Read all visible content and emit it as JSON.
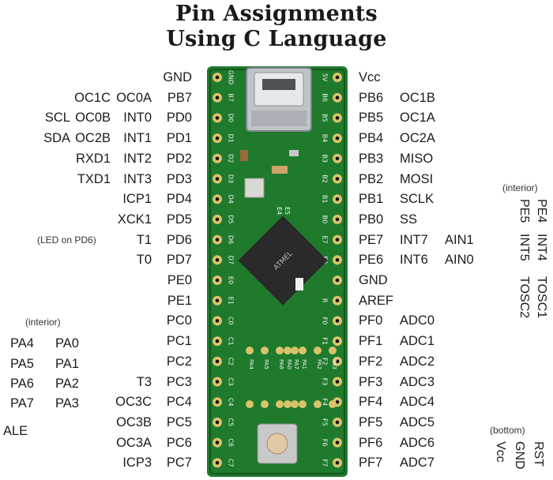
{
  "title": {
    "line1": "Pin Assignments",
    "line2": "Using C Language"
  },
  "left_pins": [
    {
      "pin": "GND",
      "f1": "",
      "f2": "",
      "f3": ""
    },
    {
      "pin": "PB7",
      "f1": "OC0A",
      "f2": "OC1C",
      "f3": ""
    },
    {
      "pin": "PD0",
      "f1": "INT0",
      "f2": "OC0B",
      "f3": "SCL"
    },
    {
      "pin": "PD1",
      "f1": "INT1",
      "f2": "OC2B",
      "f3": "SDA"
    },
    {
      "pin": "PD2",
      "f1": "INT2",
      "f2": "RXD1",
      "f3": ""
    },
    {
      "pin": "PD3",
      "f1": "INT3",
      "f2": "TXD1",
      "f3": ""
    },
    {
      "pin": "PD4",
      "f1": "ICP1",
      "f2": "",
      "f3": ""
    },
    {
      "pin": "PD5",
      "f1": "XCK1",
      "f2": "",
      "f3": ""
    },
    {
      "pin": "PD6",
      "f1": "T1",
      "f2": "",
      "f3": ""
    },
    {
      "pin": "PD7",
      "f1": "T0",
      "f2": "",
      "f3": ""
    },
    {
      "pin": "PE0",
      "f1": "",
      "f2": "",
      "f3": ""
    },
    {
      "pin": "PE1",
      "f1": "",
      "f2": "",
      "f3": ""
    },
    {
      "pin": "PC0",
      "f1": "",
      "f2": "",
      "f3": ""
    },
    {
      "pin": "PC1",
      "f1": "",
      "f2": "",
      "f3": ""
    },
    {
      "pin": "PC2",
      "f1": "",
      "f2": "",
      "f3": ""
    },
    {
      "pin": "PC3",
      "f1": "T3",
      "f2": "",
      "f3": ""
    },
    {
      "pin": "PC4",
      "f1": "OC3C",
      "f2": "",
      "f3": ""
    },
    {
      "pin": "PC5",
      "f1": "OC3B",
      "f2": "",
      "f3": ""
    },
    {
      "pin": "PC6",
      "f1": "OC3A",
      "f2": "",
      "f3": ""
    },
    {
      "pin": "PC7",
      "f1": "ICP3",
      "f2": "",
      "f3": ""
    }
  ],
  "right_pins": [
    {
      "pin": "Vcc",
      "f1": "",
      "f2": ""
    },
    {
      "pin": "PB6",
      "f1": "OC1B",
      "f2": ""
    },
    {
      "pin": "PB5",
      "f1": "OC1A",
      "f2": ""
    },
    {
      "pin": "PB4",
      "f1": "OC2A",
      "f2": ""
    },
    {
      "pin": "PB3",
      "f1": "MISO",
      "f2": ""
    },
    {
      "pin": "PB2",
      "f1": "MOSI",
      "f2": ""
    },
    {
      "pin": "PB1",
      "f1": "SCLK",
      "f2": ""
    },
    {
      "pin": "PB0",
      "f1": "SS",
      "f2": ""
    },
    {
      "pin": "PE7",
      "f1": "INT7",
      "f2": "AIN1"
    },
    {
      "pin": "PE6",
      "f1": "INT6",
      "f2": "AIN0"
    },
    {
      "pin": "GND",
      "f1": "",
      "f2": ""
    },
    {
      "pin": "AREF",
      "f1": "",
      "f2": ""
    },
    {
      "pin": "PF0",
      "f1": "ADC0",
      "f2": ""
    },
    {
      "pin": "PF1",
      "f1": "ADC1",
      "f2": ""
    },
    {
      "pin": "PF2",
      "f1": "ADC2",
      "f2": ""
    },
    {
      "pin": "PF3",
      "f1": "ADC3",
      "f2": ""
    },
    {
      "pin": "PF4",
      "f1": "ADC4",
      "f2": ""
    },
    {
      "pin": "PF5",
      "f1": "ADC5",
      "f2": ""
    },
    {
      "pin": "PF6",
      "f1": "ADC6",
      "f2": ""
    },
    {
      "pin": "PF7",
      "f1": "ADC7",
      "f2": ""
    }
  ],
  "led_note": "(LED on PD6)",
  "interior_left": {
    "label": "(interior)",
    "rows": [
      [
        "PA4",
        "PA0"
      ],
      [
        "PA5",
        "PA1"
      ],
      [
        "PA6",
        "PA2"
      ],
      [
        "PA7",
        "PA3"
      ]
    ],
    "ale": "ALE"
  },
  "interior_right": {
    "label": "(interior)",
    "col1": [
      "PE4",
      "INT4",
      "TOSC1"
    ],
    "col2": [
      "PE5",
      "INT5",
      "TOSC2"
    ]
  },
  "bottom": {
    "label": "(bottom)",
    "pins": [
      "RST",
      "GND",
      "Vcc"
    ]
  },
  "board": {
    "left_silk": [
      "GND",
      "B7",
      "D0",
      "D1",
      "D2",
      "D3",
      "D4",
      "D5",
      "D6",
      "D7",
      "E0",
      "E1",
      "C0",
      "C1",
      "C2",
      "C3",
      "C4",
      "C5",
      "C6",
      "C7"
    ],
    "right_silk": [
      "5V",
      "B6",
      "B5",
      "B4",
      "B3",
      "B2",
      "B1",
      "B0",
      "E7",
      "E6",
      "",
      "R",
      "F0",
      "F1",
      "F2",
      "F3",
      "F4",
      "F5",
      "F6",
      "F7"
    ],
    "interior_silk": [
      "PA4",
      "PA5",
      "PA6",
      "PA7",
      "PA0",
      "PA1",
      "PA2",
      "PA3"
    ],
    "e_silk": [
      "E4",
      "E5"
    ],
    "chip_text": "ATMEL",
    "colors": {
      "pcb": "#1f7a2c",
      "pcb_dark": "#14561e",
      "pad": "#d9c36a",
      "silk": "#f2f2f2",
      "chip": "#2a2a2a"
    }
  }
}
